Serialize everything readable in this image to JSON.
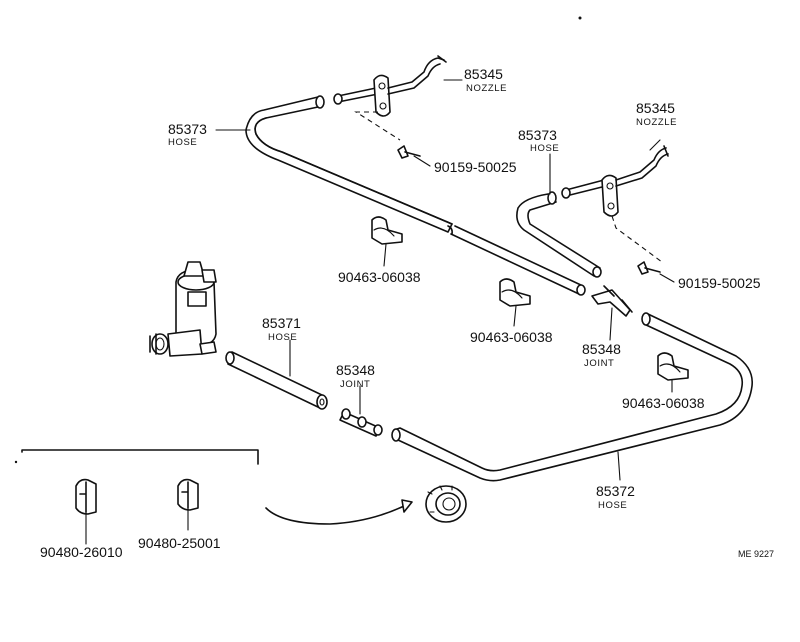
{
  "diagram_code": "ME 9227",
  "callouts": [
    {
      "id": "nozzle-left-number",
      "number": "85345",
      "name": "NOZZLE"
    },
    {
      "id": "nozzle-right-number",
      "number": "85345",
      "name": "NOZZLE"
    },
    {
      "id": "hose-left-number",
      "number": "85373",
      "name": "HOSE"
    },
    {
      "id": "hose-right-number",
      "number": "85373",
      "name": "HOSE"
    },
    {
      "id": "screw-left-number",
      "number": "90159-50025",
      "name": ""
    },
    {
      "id": "screw-right-number",
      "number": "90159-50025",
      "name": ""
    },
    {
      "id": "clamp-a-number",
      "number": "90463-06038",
      "name": ""
    },
    {
      "id": "clamp-b-number",
      "number": "90463-06038",
      "name": ""
    },
    {
      "id": "clamp-c-number",
      "number": "90463-06038",
      "name": ""
    },
    {
      "id": "hose-feed-number",
      "number": "85371",
      "name": "HOSE"
    },
    {
      "id": "joint-straight-number",
      "number": "85348",
      "name": "JOINT"
    },
    {
      "id": "joint-y-number",
      "number": "85348",
      "name": "JOINT"
    },
    {
      "id": "hose-long-number",
      "number": "85372",
      "name": "HOSE"
    },
    {
      "id": "grommet-a-number",
      "number": "90480-26010",
      "name": ""
    },
    {
      "id": "grommet-b-number",
      "number": "90480-25001",
      "name": ""
    }
  ]
}
